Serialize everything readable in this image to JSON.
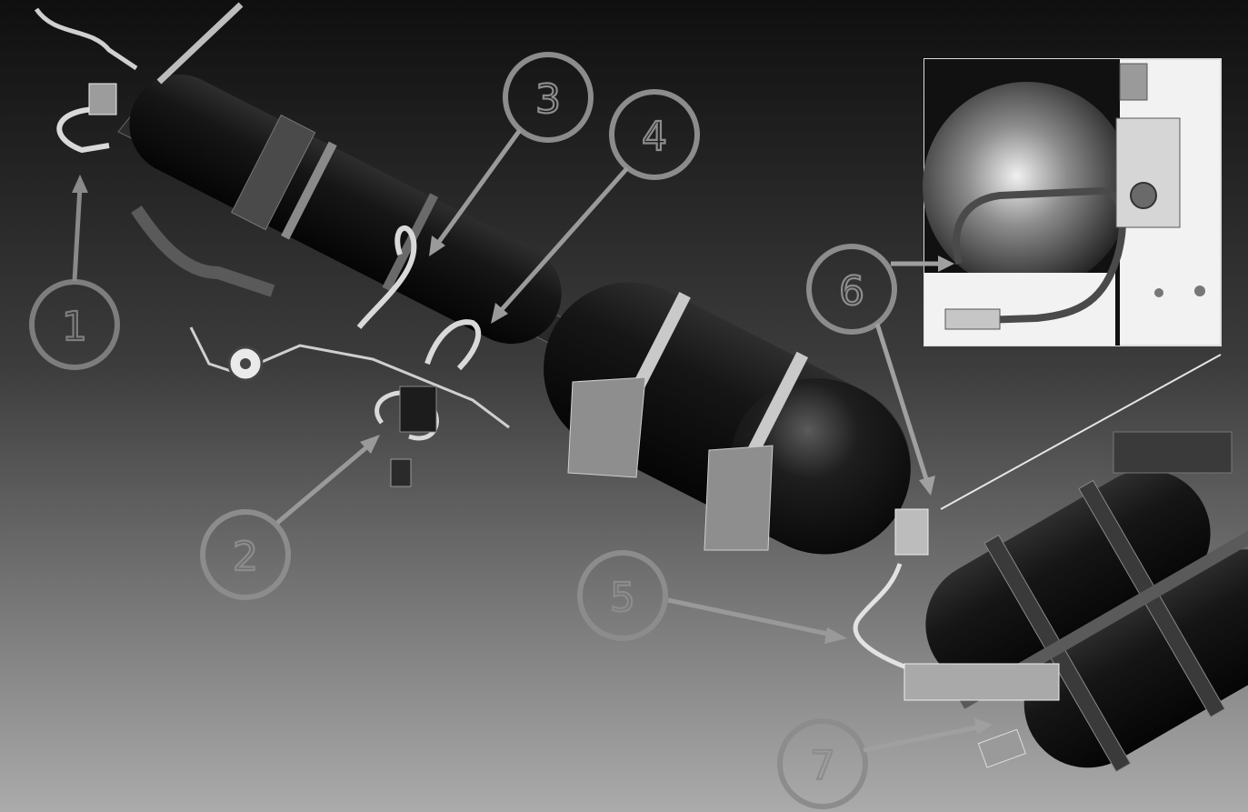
{
  "colors": {
    "background_top": "#0f0f0f",
    "background_bottom": "#ababab",
    "callout_light": "#9a9a9a",
    "callout_dark": "#7d7d7d",
    "tank_body": "#121212",
    "pipe": "#d9d9d9",
    "strap": "#bdbdbd",
    "inset_background": "#f2f2f2"
  },
  "callouts": [
    {
      "id": "1",
      "label": "1"
    },
    {
      "id": "2",
      "label": "2"
    },
    {
      "id": "3",
      "label": "3"
    },
    {
      "id": "4",
      "label": "4"
    },
    {
      "id": "5",
      "label": "5"
    },
    {
      "id": "6",
      "label": "6"
    },
    {
      "id": "7",
      "label": "7"
    }
  ]
}
